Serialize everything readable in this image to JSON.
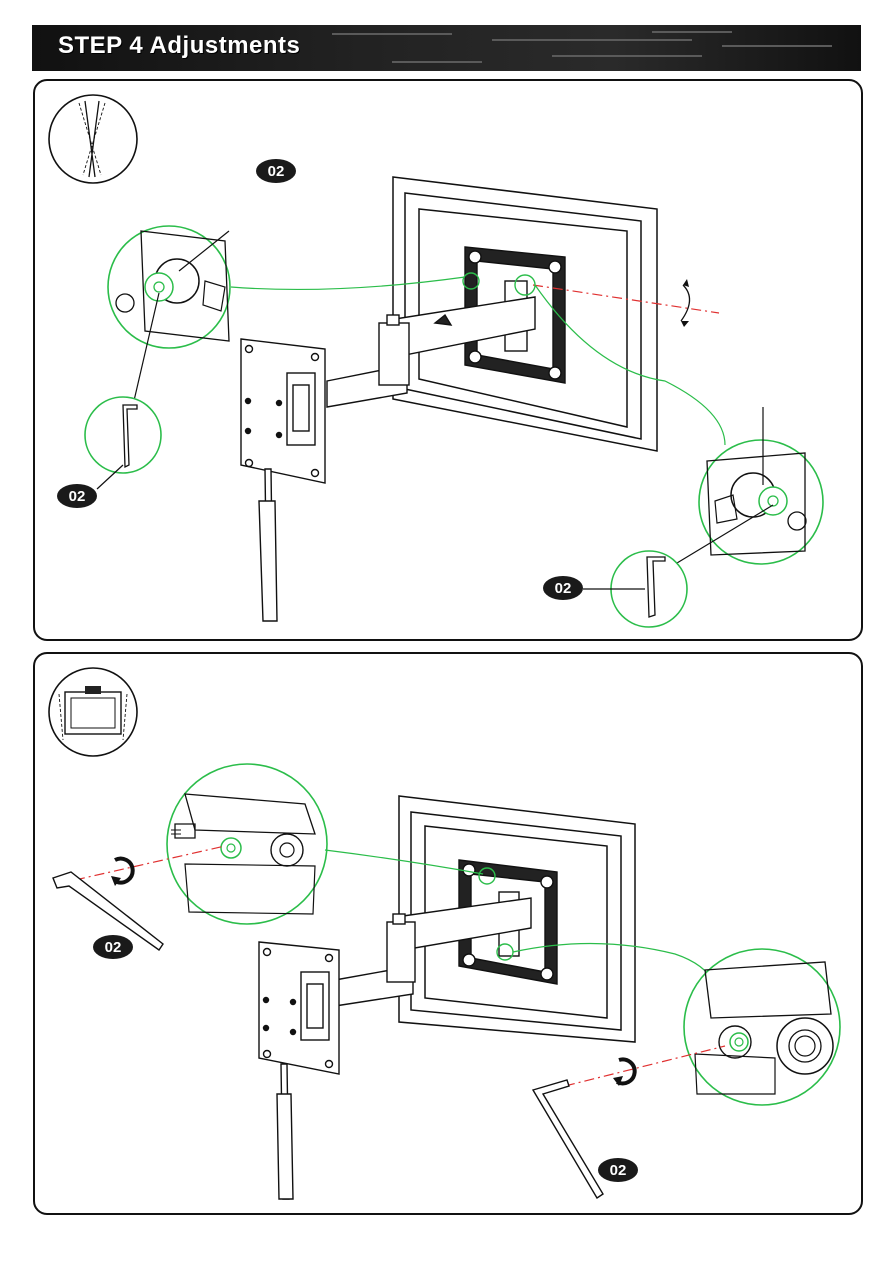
{
  "header": {
    "title": "STEP 4 Adjustments"
  },
  "panel1": {
    "badges": [
      "02",
      "02",
      "02"
    ],
    "icon": "tilt-icon",
    "rotation_icon": "rotate-arrow-icon"
  },
  "panel2": {
    "badges": [
      "02",
      "02"
    ],
    "icon": "swivel-icon",
    "rotation_icon": "rotate-arrow-icon"
  },
  "colors": {
    "banner": "#111111",
    "callout": "#2bbd4a",
    "badge": "#1a1a1a",
    "guide_line": "#e03030"
  }
}
